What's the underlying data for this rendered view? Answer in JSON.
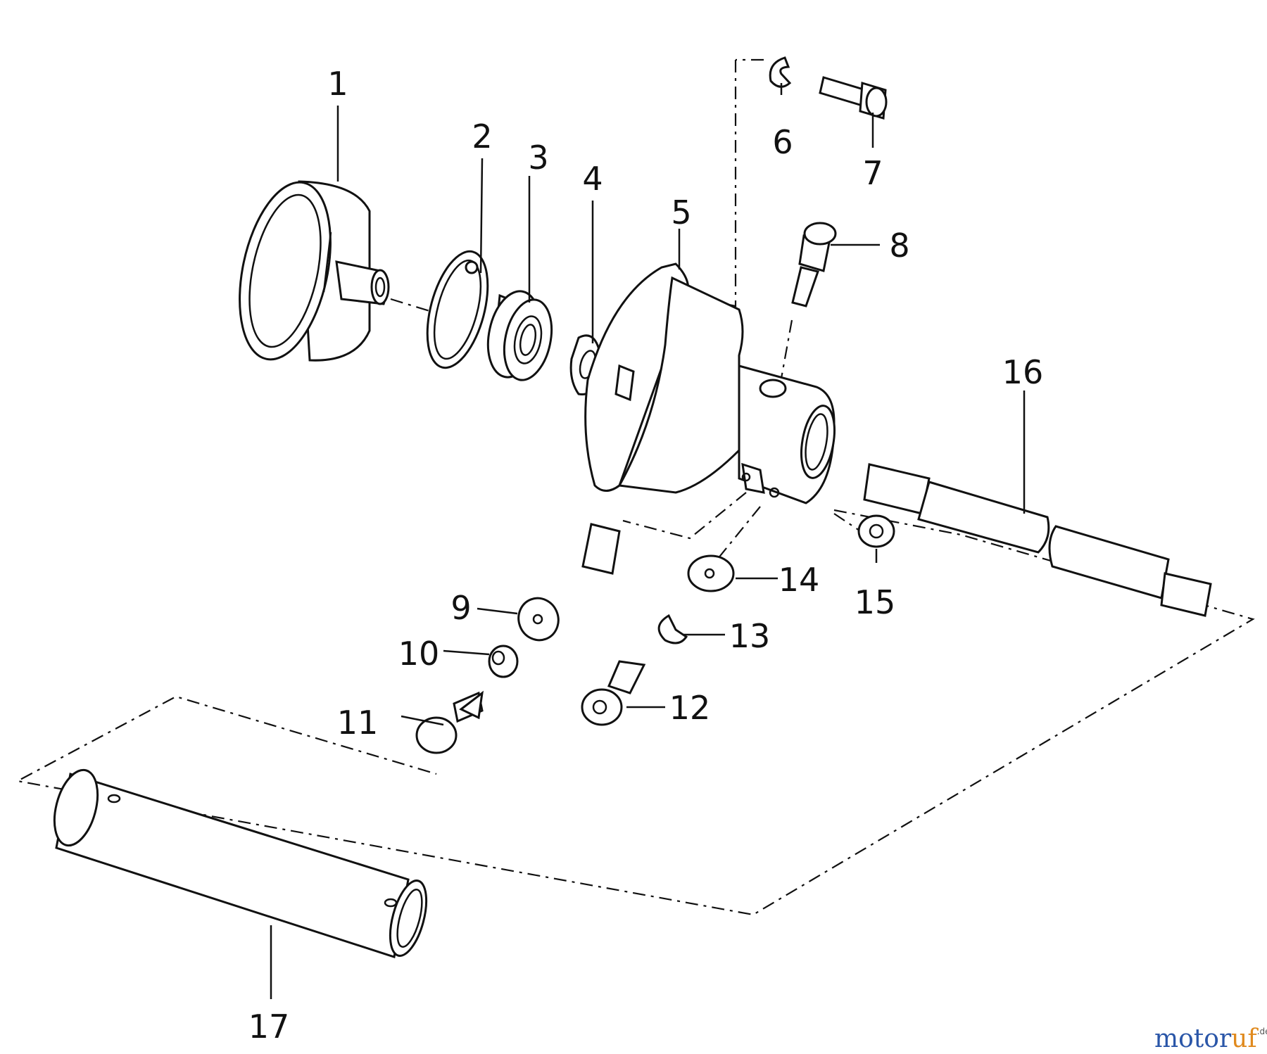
{
  "callouts": [
    "1",
    "2",
    "3",
    "4",
    "5",
    "6",
    "7",
    "8",
    "9",
    "10",
    "11",
    "12",
    "13",
    "14",
    "15",
    "16",
    "17"
  ],
  "watermark": {
    "part_a": "motor",
    "part_b": "uf",
    "suffix": ".de"
  }
}
